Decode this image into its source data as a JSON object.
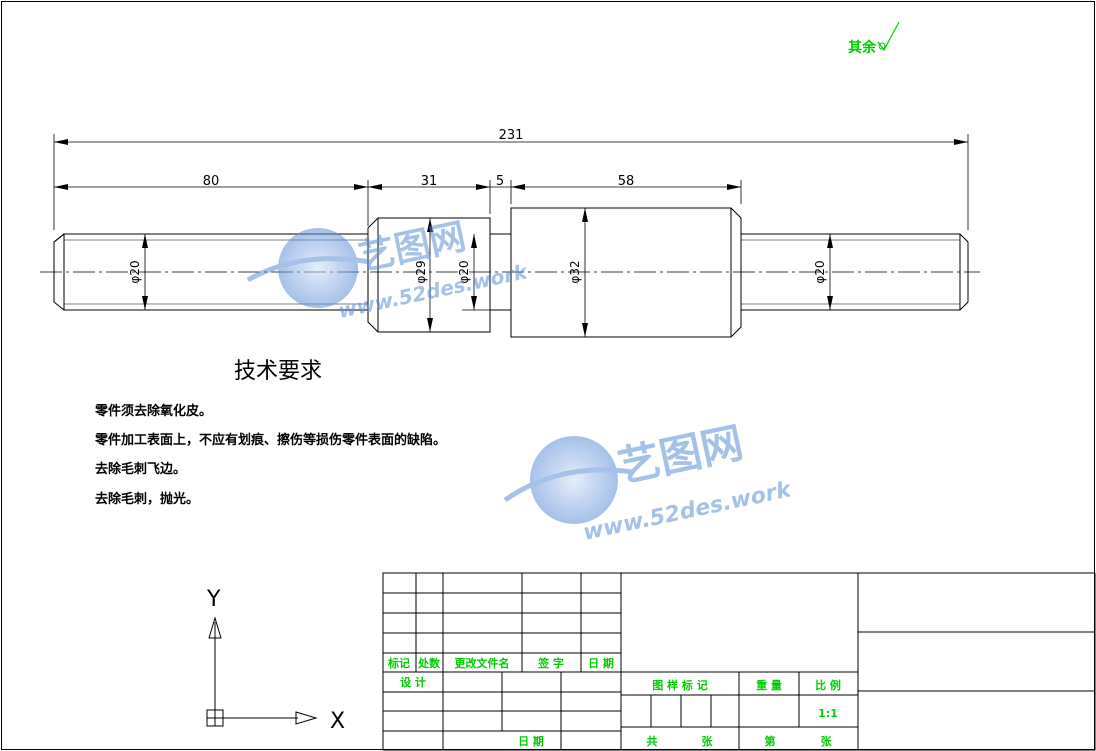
{
  "roughness": {
    "label": "其余"
  },
  "dimensions": {
    "overall": "231",
    "seg_left": "80",
    "seg_mid": "31",
    "seg_gap": "5",
    "seg_right": "58",
    "dia_left": "φ20",
    "dia_collar": "φ29",
    "dia_neck": "φ20",
    "dia_body": "φ32",
    "dia_right": "φ20"
  },
  "tech_req": {
    "title": "技术要求",
    "items": [
      "零件须去除氧化皮。",
      "零件加工表面上，不应有划痕、擦伤等损伤零件表面的缺陷。",
      "去除毛刺飞边。",
      "去除毛刺，抛光。"
    ]
  },
  "watermark": {
    "brand": "艺图网",
    "url": "www.52des.work"
  },
  "axes": {
    "x_label": "X",
    "y_label": "Y"
  },
  "title_block": {
    "rev_headers": [
      "标记",
      "处数",
      "更改文件名",
      "签 字",
      "日 期"
    ],
    "design": "设 计",
    "date": "日 期",
    "stage_mark": "图 样 标 记",
    "weight": "重 量",
    "scale_label": "比 例",
    "scale_value": "1:1",
    "total": "共",
    "sheets": "张",
    "sheet_no": "第",
    "sheet_unit": "张"
  },
  "colors": {
    "line": "#000000",
    "title_text": "#00cc00",
    "watermark": "#5a8fd6"
  }
}
